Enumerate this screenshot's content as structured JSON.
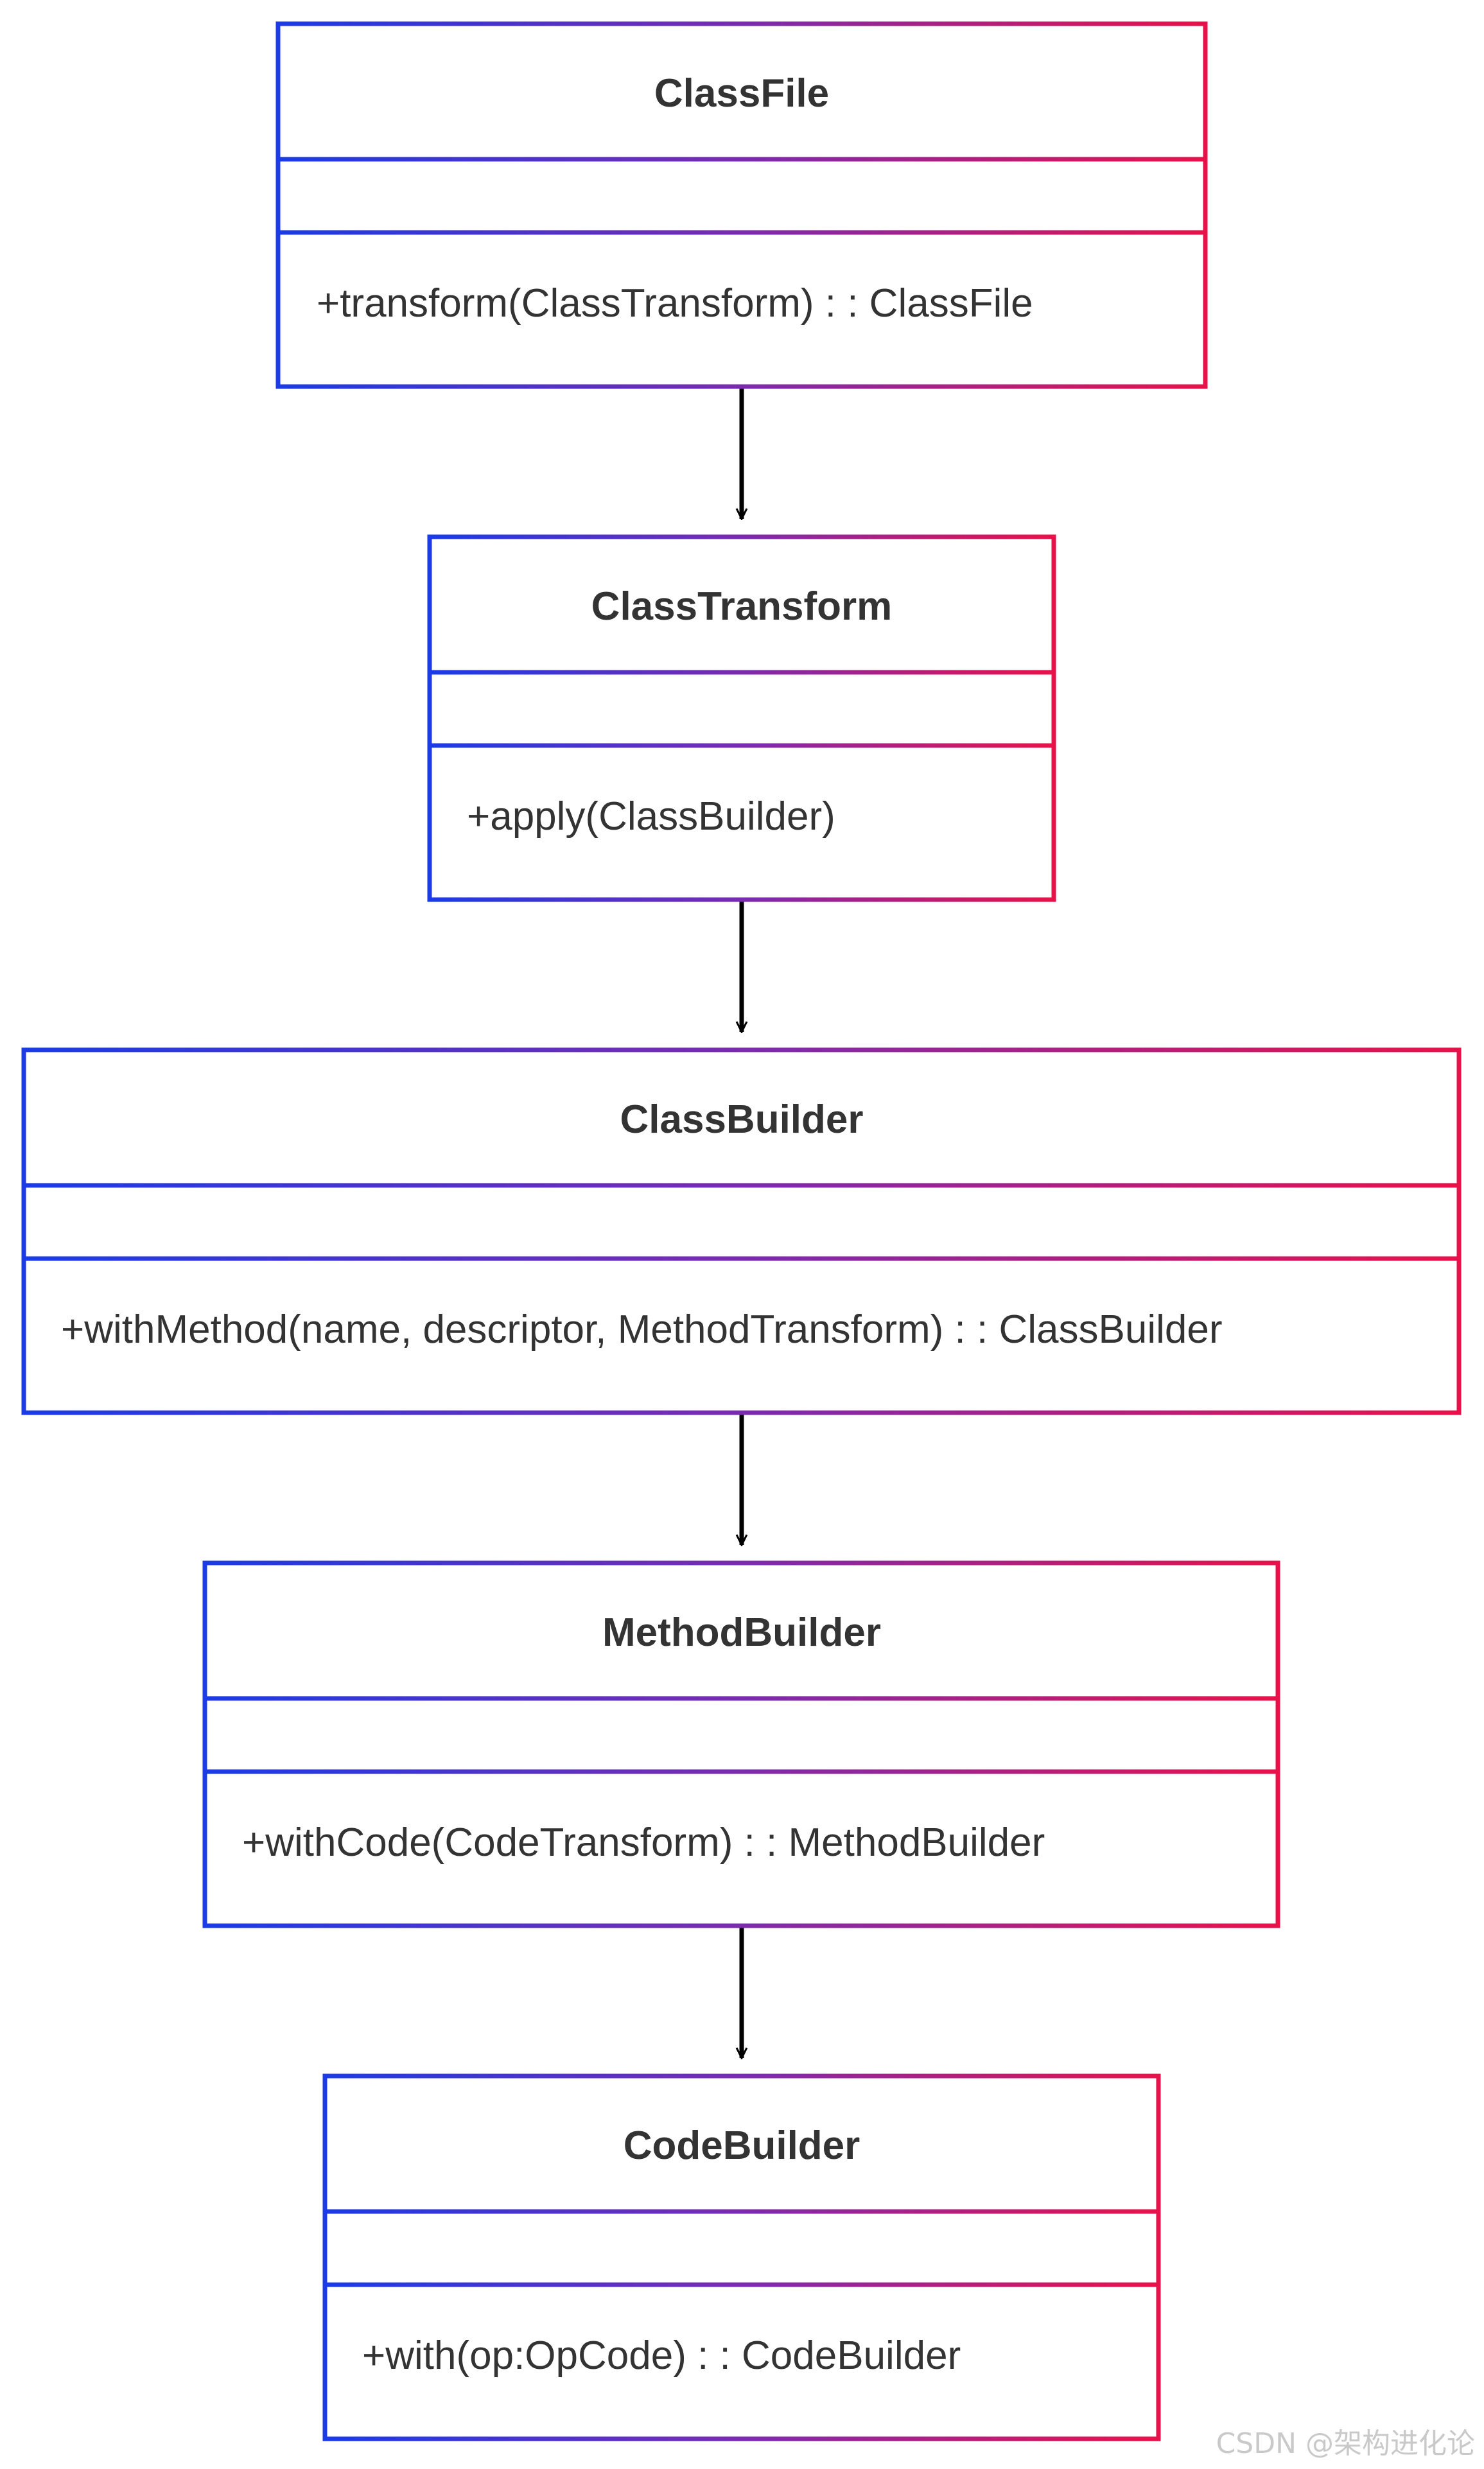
{
  "colors": {
    "border_start": "#1a3be6",
    "border_mid": "#7a2bb0",
    "border_end": "#e8124a",
    "arrow": "#000000",
    "text": "#333333",
    "watermark": "#c9c9c9"
  },
  "classes": [
    {
      "name": "ClassFile",
      "attributes": "",
      "method": "+transform(ClassTransform) : : ClassFile"
    },
    {
      "name": "ClassTransform",
      "attributes": "",
      "method": "+apply(ClassBuilder)"
    },
    {
      "name": "ClassBuilder",
      "attributes": "",
      "method": "+withMethod(name, descriptor, MethodTransform) : : ClassBuilder"
    },
    {
      "name": "MethodBuilder",
      "attributes": "",
      "method": "+withCode(CodeTransform) : : MethodBuilder"
    },
    {
      "name": "CodeBuilder",
      "attributes": "",
      "method": "+with(op:OpCode) : : CodeBuilder"
    }
  ],
  "relations": [
    {
      "from": "ClassFile",
      "to": "ClassTransform"
    },
    {
      "from": "ClassTransform",
      "to": "ClassBuilder"
    },
    {
      "from": "ClassBuilder",
      "to": "MethodBuilder"
    },
    {
      "from": "MethodBuilder",
      "to": "CodeBuilder"
    }
  ],
  "watermark": "CSDN @架构进化论"
}
